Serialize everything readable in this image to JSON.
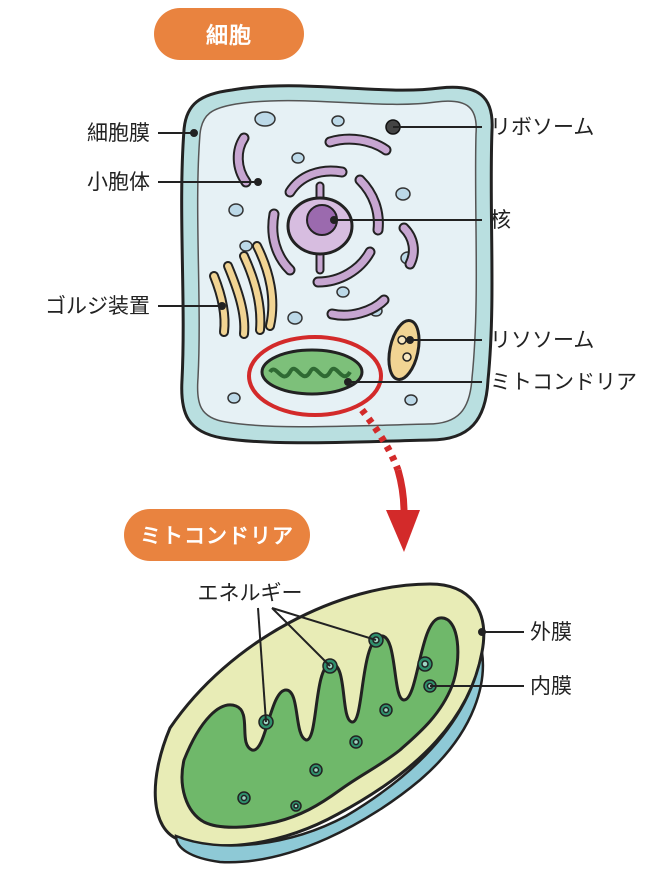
{
  "headings": {
    "cell": "細胞",
    "mitochondria": "ミトコンドリア"
  },
  "cell_labels": {
    "cell_membrane": "細胞膜",
    "vesicle": "小胞体",
    "golgi": "ゴルジ装置",
    "ribosome": "リボソーム",
    "nucleus": "核",
    "lysosome": "リソソーム",
    "mitochondria": "ミトコンドリア"
  },
  "mito_labels": {
    "energy": "エネルギー",
    "outer_membrane": "外膜",
    "inner_membrane": "内膜"
  },
  "colors": {
    "heading_bg": "#e9833f",
    "cell_wall": "#b9dfe0",
    "cell_inside": "#e6f1f5",
    "nucleus": "#c7a6d1",
    "golgi": "#f1d493",
    "mito_green": "#6fb86a",
    "mito_outer": "#e8ecb6",
    "highlight_red": "#d32a2a"
  }
}
